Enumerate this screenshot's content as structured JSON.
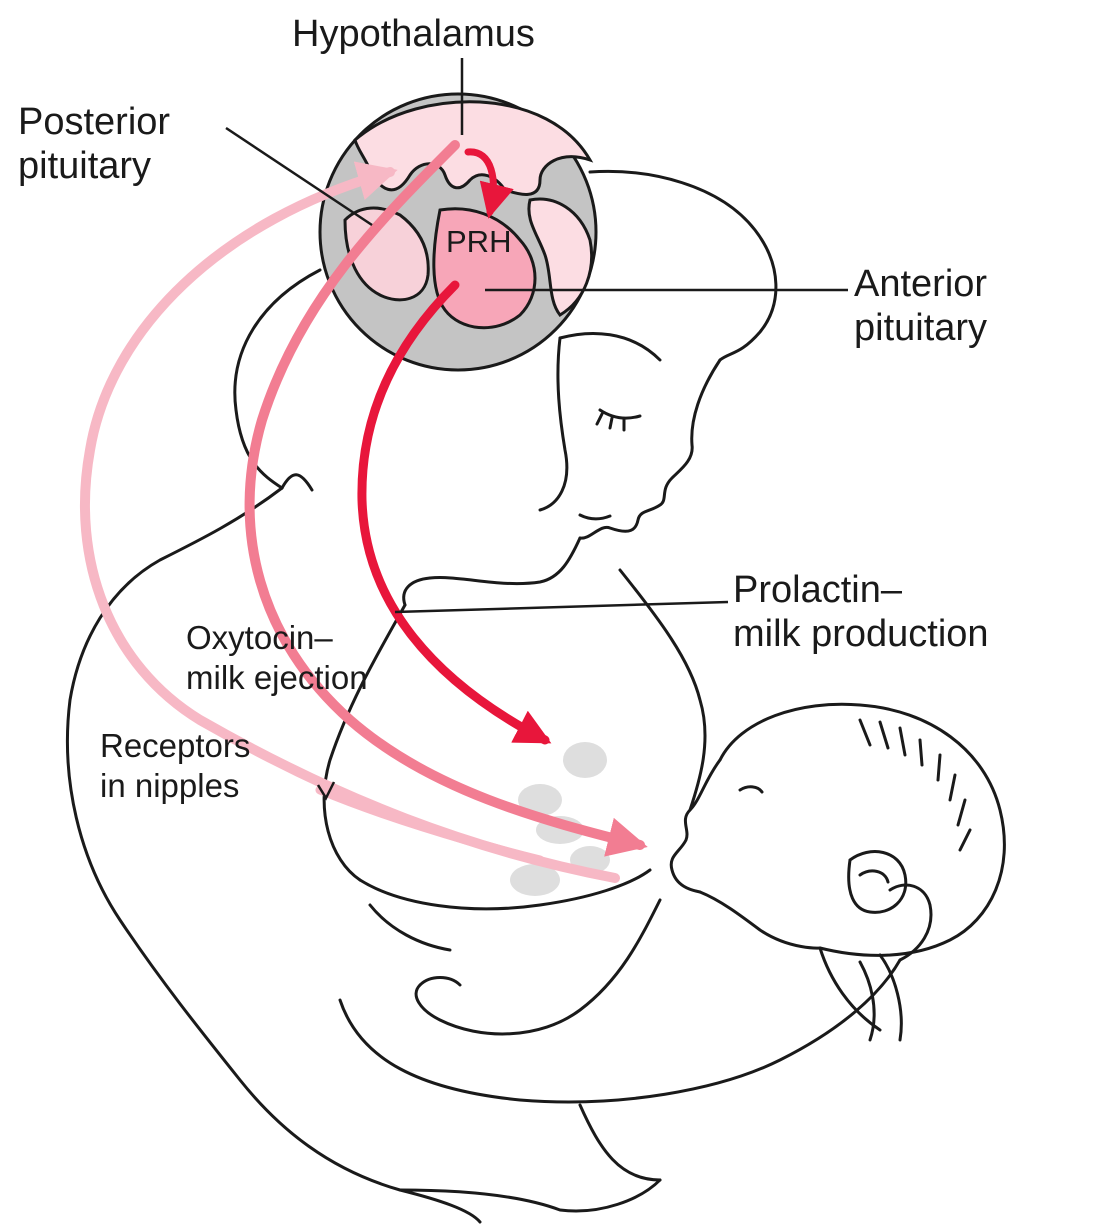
{
  "figure": {
    "labels": {
      "hypothalamus": "Hypothalamus",
      "posterior_pituitary": [
        "Posterior",
        "pituitary"
      ],
      "anterior_pituitary": [
        "Anterior",
        "pituitary"
      ],
      "prh": "PRH",
      "prolactin": [
        "Prolactin–",
        "milk production"
      ],
      "oxytocin": [
        "Oxytocin–",
        "milk ejection"
      ],
      "receptors": [
        "Receptors",
        "in nipples"
      ]
    },
    "colors": {
      "prolactin_arrow": "#e8163b",
      "oxytocin_arrow": "#f27d92",
      "receptor_arrow": "#f7b8c5",
      "pituitary_pink": "#f7a6b8",
      "hypothalamus_pink": "#fcdde3",
      "brain_gray": "#c4c4c4",
      "line_art": "#1a1a1a"
    },
    "icons": [
      "brain-circle-icon",
      "mother-figure-icon",
      "baby-figure-icon",
      "hormone-arrow-icon"
    ]
  }
}
